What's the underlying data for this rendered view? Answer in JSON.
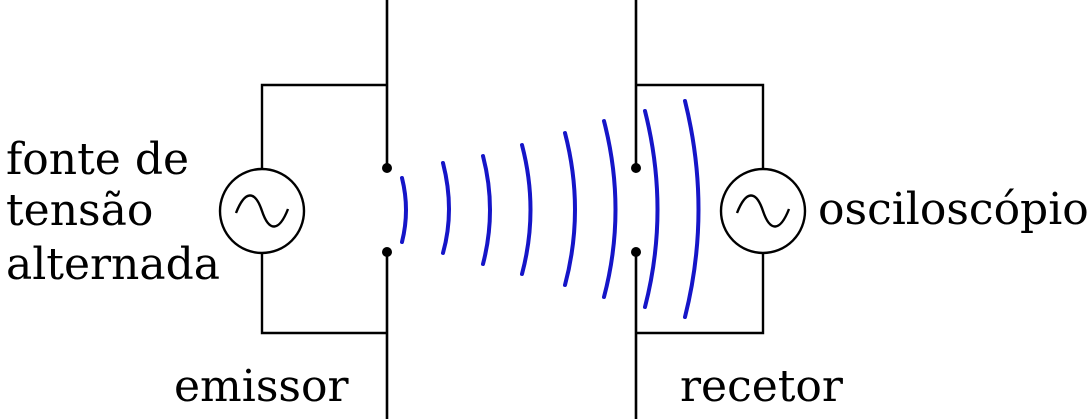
{
  "labels": {
    "source": [
      "fonte de",
      "tensão",
      "alternada"
    ],
    "receiver_instrument": "osciloscópio",
    "emitter": "emissor",
    "receiver": "recetor"
  },
  "icons": {
    "source_symbol": "ac-source-icon",
    "oscilloscope_symbol": "ac-source-icon"
  },
  "colors": {
    "wave": "#1515c8",
    "lines": "#000000"
  }
}
